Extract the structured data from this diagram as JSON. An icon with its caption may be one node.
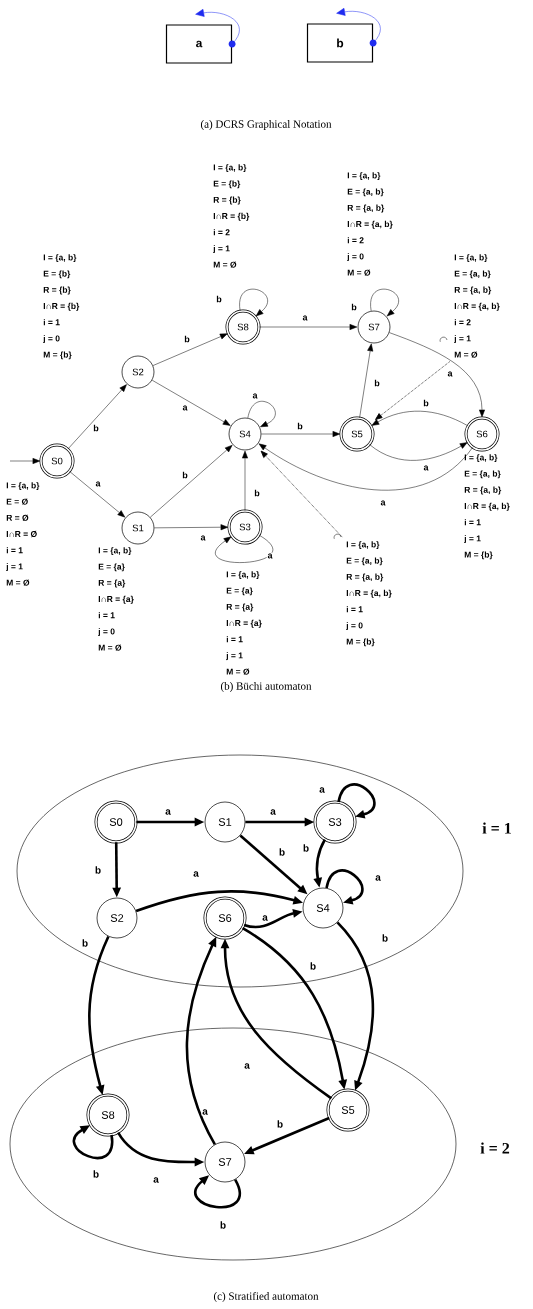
{
  "diagram": {
    "nodes": [
      {
        "text": [
          "a"
        ]
      },
      {
        "text": [
          "b"
        ]
      },
      {
        "text": [
          "S0"
        ],
        "beside": [
          "I = {a, b}",
          "E = Ø",
          "R = Ø",
          "I∩R = Ø",
          "i = 1",
          "j = 1",
          "M = Ø"
        ]
      },
      {
        "text": [
          "S1"
        ],
        "beside": [
          "I = {a, b}",
          "E = {a}",
          "R = {a}",
          "I∩R = {a}",
          "i = 1",
          "j = 0",
          "M = Ø"
        ]
      },
      {
        "text": [
          "S2"
        ],
        "beside": [
          "I = {a, b}",
          "E = {b}",
          "R = {b}",
          "I∩R = {b}",
          "i = 1",
          "j = 0",
          "M = {b}"
        ]
      },
      {
        "text": [
          "S3"
        ],
        "beside": [
          "I = {a, b}",
          "E = {a}",
          "R = {a}",
          "I∩R = {a}",
          "i = 1",
          "j = 1",
          "M = Ø"
        ]
      },
      {
        "text": [
          "S4"
        ]
      },
      {
        "text": [
          "S5"
        ]
      },
      {
        "text": [
          "S6"
        ],
        "beside": [
          "I = {a, b}",
          "E = {a, b}",
          "R = {a, b}",
          "I∩R = {a, b}",
          "i = 1",
          "j = 1",
          "M = {b}"
        ]
      },
      {
        "text": [
          "S7"
        ],
        "beside": [
          "I = {a, b}",
          "E = {a, b}",
          "R = {a, b}",
          "I∩R = {a, b}",
          "i = 2",
          "j = 0",
          "M = Ø"
        ]
      },
      {
        "text": [
          "S8"
        ],
        "beside": [
          "I = {a, b}",
          "E = {b}",
          "R = {b}",
          "I∩R = {b}",
          "i = 2",
          "j = 1",
          "M = Ø"
        ]
      },
      {
        "text": [
          "I = {a, b}",
          "E = {a, b}",
          "R = {a, b}",
          "I∩R = {a, b}",
          "i = 2",
          "j = 1",
          "M = Ø"
        ]
      },
      {
        "text": [
          "I = {a, b}",
          "E = {a, b}",
          "R = {a, b}",
          "I∩R = {a, b}",
          "i = 1",
          "j = 0",
          "M = {b}"
        ]
      },
      {
        "text": [
          "i = 1"
        ]
      },
      {
        "text": [
          "i = 2"
        ]
      },
      {
        "text": [
          "S0"
        ],
        "in": 13
      },
      {
        "text": [
          "S1"
        ],
        "in": 13
      },
      {
        "text": [
          "S2"
        ],
        "in": 13
      },
      {
        "text": [
          "S3"
        ],
        "in": 13
      },
      {
        "text": [
          "S4"
        ],
        "in": 13
      },
      {
        "text": [
          "S6"
        ],
        "in": 13
      },
      {
        "text": [
          "S5"
        ],
        "in": 14
      },
      {
        "text": [
          "S7"
        ],
        "in": 14
      },
      {
        "text": [
          "S8"
        ],
        "in": 14
      }
    ],
    "edges": [
      {
        "from": 0,
        "to": 0,
        "arrow": "to",
        "color": "#1f2cf0"
      },
      {
        "from": 1,
        "to": 1,
        "arrow": "to",
        "color": "#1f2cf0"
      },
      {
        "from": null,
        "to": 2,
        "arrow": "to"
      },
      {
        "from": 2,
        "to": 4,
        "arrow": "to",
        "label": "b"
      },
      {
        "from": 2,
        "to": 3,
        "arrow": "to",
        "label": "a"
      },
      {
        "from": 4,
        "to": 10,
        "arrow": "to",
        "label": "b"
      },
      {
        "from": 4,
        "to": 6,
        "arrow": "to",
        "label": "a"
      },
      {
        "from": 3,
        "to": 6,
        "arrow": "to",
        "label": "b"
      },
      {
        "from": 3,
        "to": 5,
        "arrow": "to",
        "label": "a"
      },
      {
        "from": 5,
        "to": 6,
        "arrow": "to",
        "label": "b"
      },
      {
        "from": 5,
        "to": 5,
        "arrow": "to",
        "label": "a"
      },
      {
        "from": 6,
        "to": 6,
        "arrow": "to",
        "label": "a"
      },
      {
        "from": 10,
        "to": 10,
        "arrow": "to",
        "label": "b"
      },
      {
        "from": 10,
        "to": 9,
        "arrow": "to",
        "label": "a"
      },
      {
        "from": 9,
        "to": 9,
        "arrow": "to",
        "label": "b"
      },
      {
        "from": 6,
        "to": 7,
        "arrow": "to",
        "label": "b"
      },
      {
        "from": 7,
        "to": 9,
        "arrow": "to",
        "label": "b"
      },
      {
        "from": 9,
        "to": 8,
        "arrow": "to",
        "label": "a"
      },
      {
        "from": 8,
        "to": 7,
        "arrow": "to",
        "label": "b"
      },
      {
        "from": 7,
        "to": 8,
        "arrow": "to",
        "label": "a"
      },
      {
        "from": 8,
        "to": 6,
        "arrow": "to",
        "label": "a"
      },
      {
        "from": 11,
        "to": 7,
        "arrow": "to",
        "style": "dashed"
      },
      {
        "from": 12,
        "to": 6,
        "arrow": "to",
        "style": "dashed"
      },
      {
        "from": 15,
        "to": 16,
        "arrow": "to",
        "label": "a",
        "style": "thick"
      },
      {
        "from": 16,
        "to": 18,
        "arrow": "to",
        "label": "a",
        "style": "thick"
      },
      {
        "from": 18,
        "to": 18,
        "arrow": "to",
        "label": "a",
        "style": "thick"
      },
      {
        "from": 15,
        "to": 17,
        "arrow": "to",
        "label": "b",
        "style": "thick"
      },
      {
        "from": 16,
        "to": 19,
        "arrow": "to",
        "label": "b",
        "style": "thick"
      },
      {
        "from": 18,
        "to": 19,
        "arrow": "to",
        "label": "b",
        "style": "thick"
      },
      {
        "from": 19,
        "to": 19,
        "arrow": "to",
        "label": "a",
        "style": "thick"
      },
      {
        "from": 17,
        "to": 19,
        "arrow": "to",
        "label": "a",
        "style": "thick"
      },
      {
        "from": 20,
        "to": 19,
        "arrow": "to",
        "label": "a",
        "style": "thick"
      },
      {
        "from": 17,
        "to": 23,
        "arrow": "to",
        "label": "b",
        "style": "thick"
      },
      {
        "from": 19,
        "to": 21,
        "arrow": "to",
        "label": "b",
        "style": "thick"
      },
      {
        "from": 20,
        "to": 21,
        "arrow": "to",
        "label": "b",
        "style": "thick"
      },
      {
        "from": 21,
        "to": 20,
        "arrow": "to",
        "label": "a",
        "style": "thick"
      },
      {
        "from": 22,
        "to": 20,
        "arrow": "to",
        "label": "a",
        "style": "thick"
      },
      {
        "from": 23,
        "to": 23,
        "arrow": "to",
        "label": "b",
        "style": "thick"
      },
      {
        "from": 23,
        "to": 22,
        "arrow": "to",
        "label": "a",
        "style": "thick"
      },
      {
        "from": 21,
        "to": 22,
        "arrow": "to",
        "label": "b",
        "style": "thick"
      },
      {
        "from": 22,
        "to": 22,
        "arrow": "to",
        "label": "b",
        "style": "thick"
      }
    ],
    "labels": [
      "(a) DCRS Graphical Notation",
      "(b) Büchi automaton",
      "(c) Stratified automaton"
    ]
  }
}
